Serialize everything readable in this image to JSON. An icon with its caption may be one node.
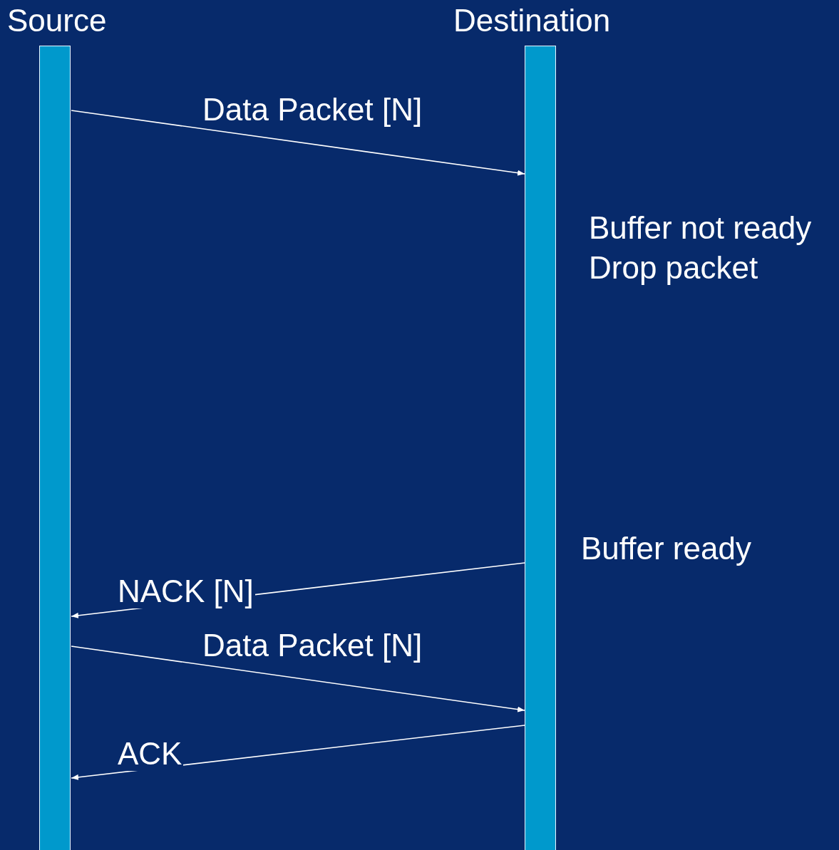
{
  "diagram": {
    "nodes": [
      {
        "text": [
          "Source"
        ]
      },
      {
        "text": [
          "Destination"
        ]
      }
    ],
    "edges": [
      {
        "from": 0,
        "to": 1,
        "arrow": "to",
        "label": "Data Packet [N]"
      },
      {
        "from": 1,
        "to": 0,
        "arrow": "to",
        "label": "NACK [N]"
      },
      {
        "from": 0,
        "to": 1,
        "arrow": "to",
        "label": "Data Packet [N]"
      },
      {
        "from": 1,
        "to": 0,
        "arrow": "to",
        "label": "ACK"
      }
    ],
    "labels": [
      "Buffer not ready Drop packet",
      "Buffer ready"
    ]
  }
}
